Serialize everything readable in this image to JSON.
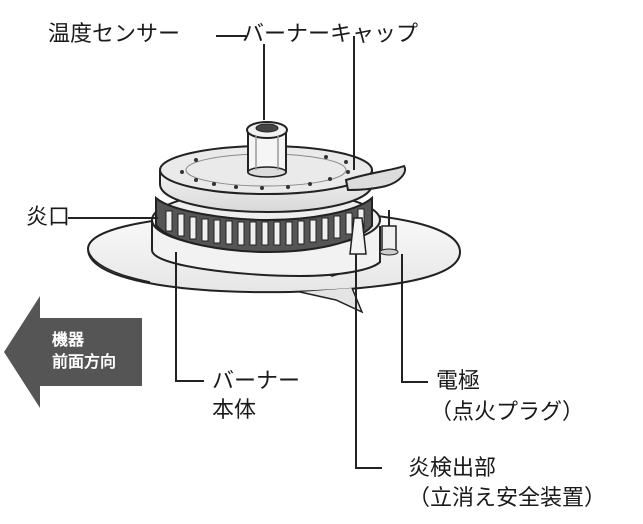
{
  "labels": {
    "temp_sensor": "温度センサー",
    "burner_cap": "バーナーキャップ",
    "flame_port": "炎口",
    "burner_body_line1": "バーナー",
    "burner_body_line2": "本体",
    "electrode_line1": "電極",
    "electrode_line2": "（点火プラグ）",
    "flame_detector_line1": "炎検出部",
    "flame_detector_line2": "（立消え安全装置）"
  },
  "direction_arrow": {
    "line1": "機器",
    "line2": "前面方向",
    "color": "#555555"
  }
}
